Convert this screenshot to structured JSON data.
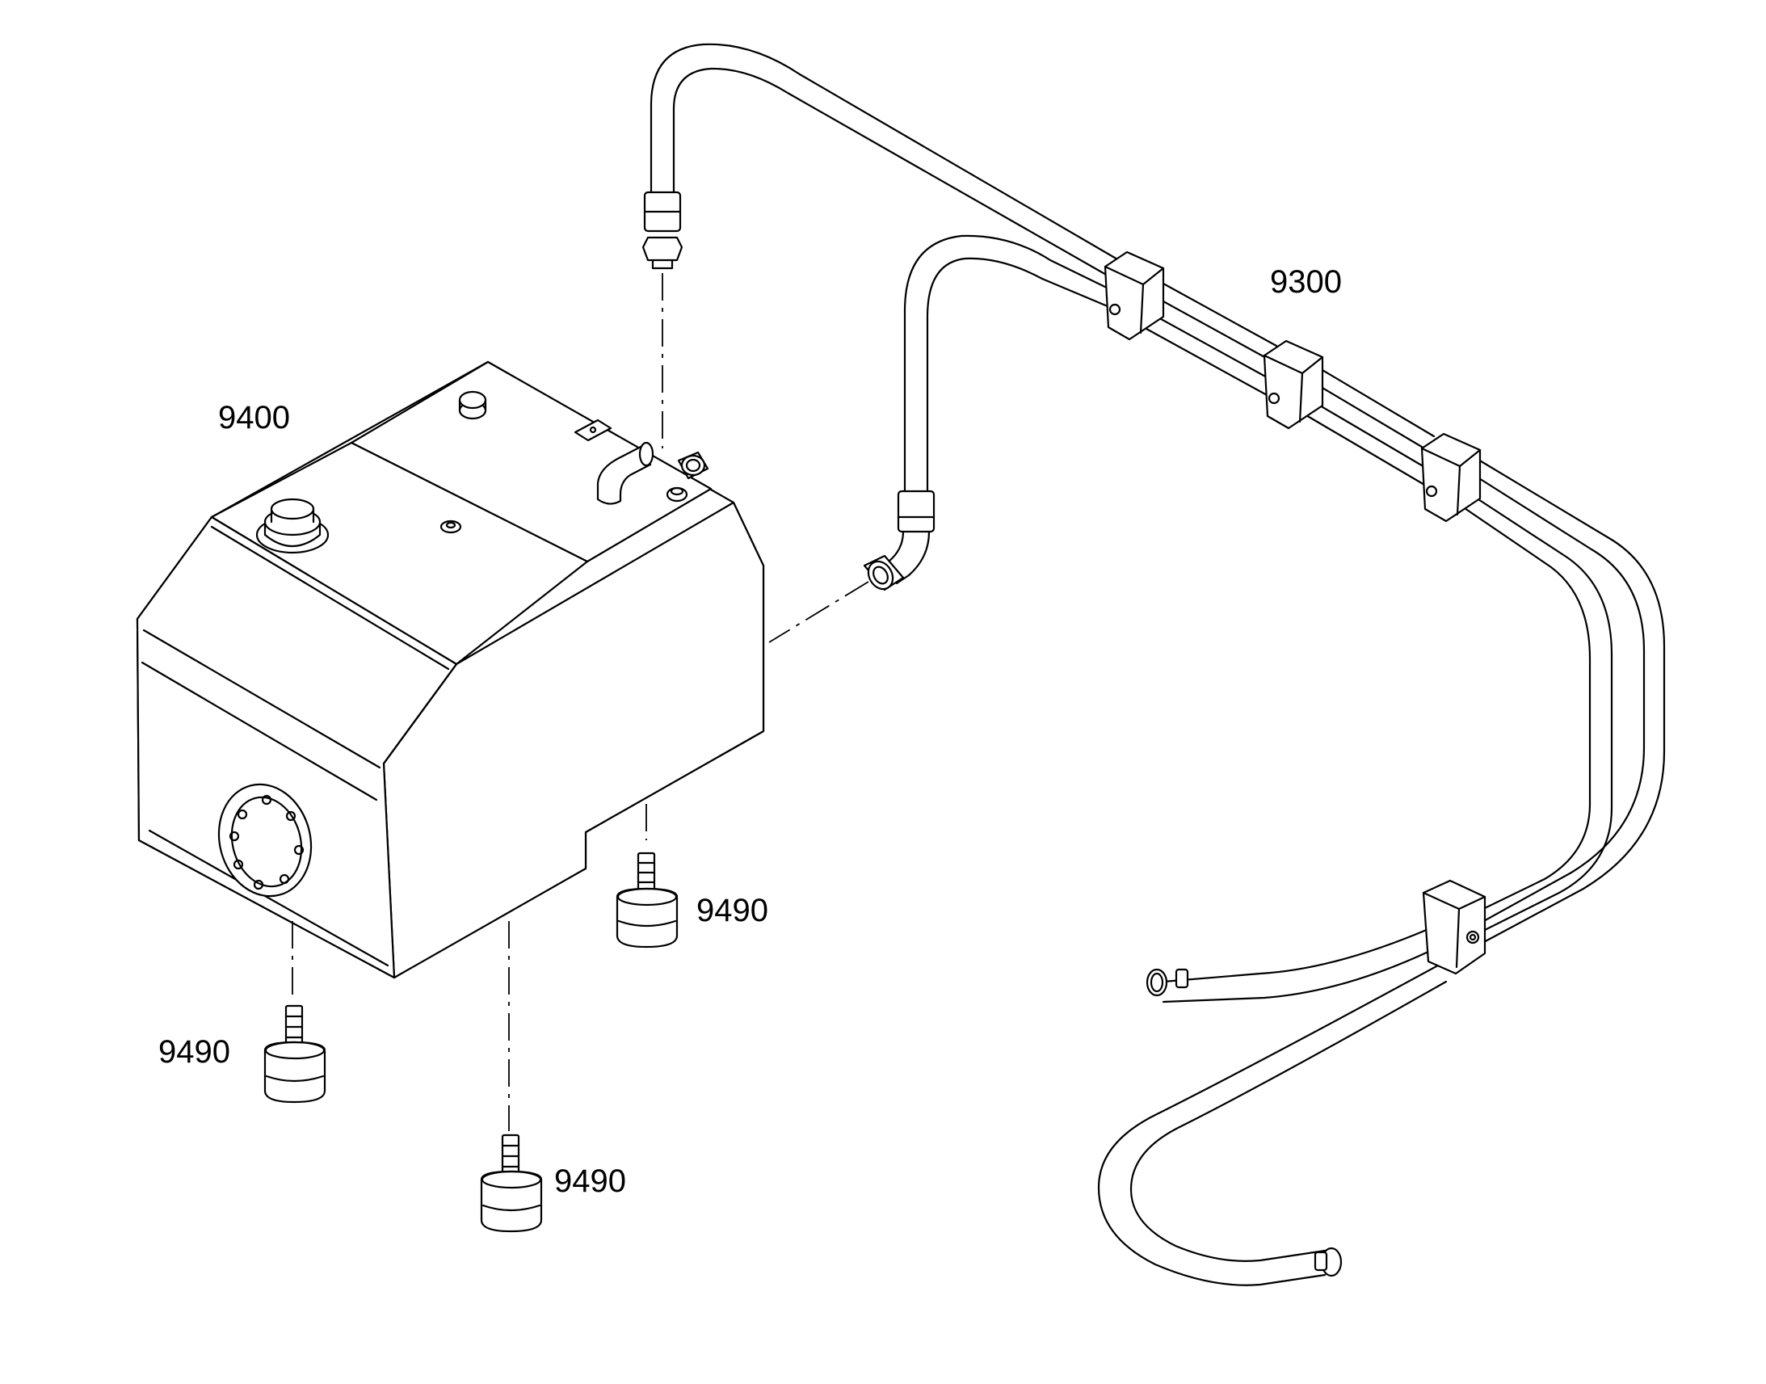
{
  "labels": {
    "hose_assembly": "9300",
    "tank": "9400",
    "mount_right": "9490",
    "mount_left": "9490",
    "mount_bottom": "9490"
  }
}
